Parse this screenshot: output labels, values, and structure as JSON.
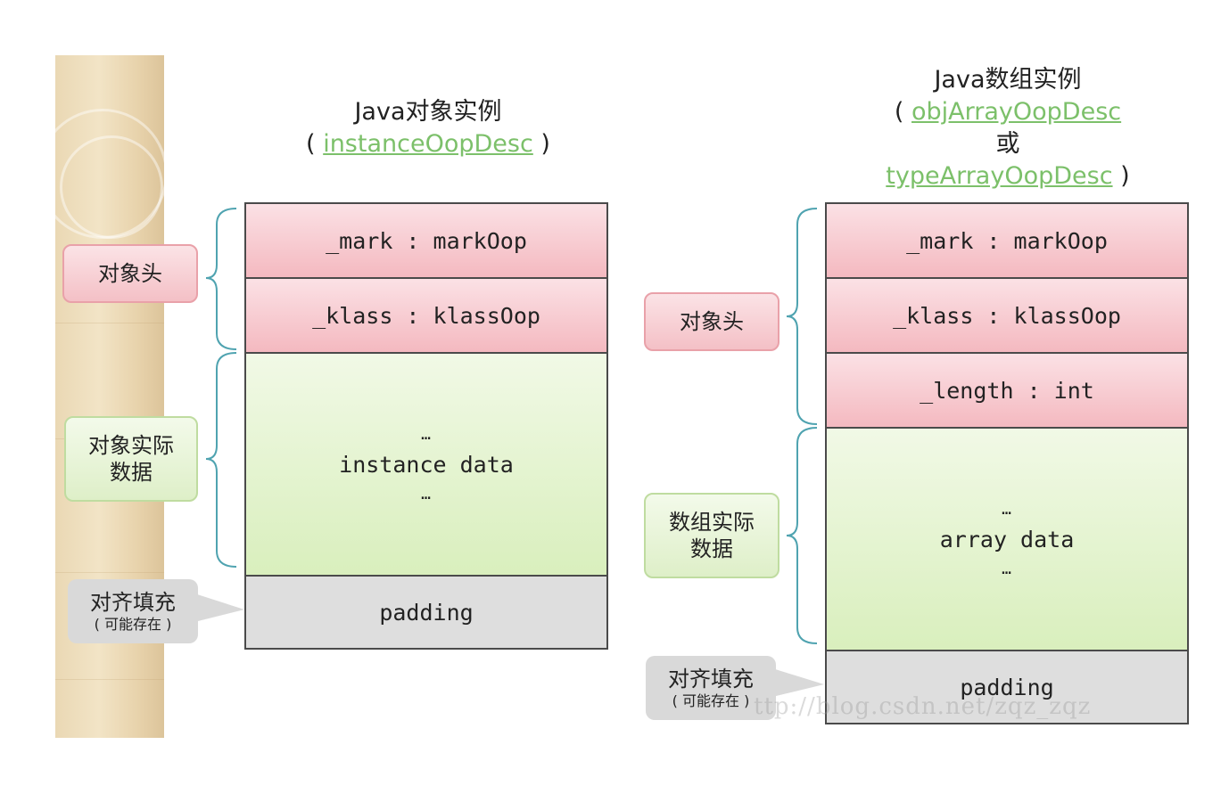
{
  "left": {
    "title": "Java对象实例",
    "paren_open": "(",
    "link": "instanceOopDesc",
    "paren_close": ")",
    "rows": {
      "mark": "_mark : markOop",
      "klass": "_klass : klassOop",
      "data_ellipsis_top": "…",
      "data": "instance data",
      "data_ellipsis_bottom": "…",
      "padding": "padding"
    },
    "labels": {
      "header": "对象头",
      "data_line1": "对象实际",
      "data_line2": "数据",
      "padding": "对齐填充",
      "padding_sub": "( 可能存在 )"
    }
  },
  "right": {
    "title": "Java数组实例",
    "paren_open": "(",
    "link1": "objArrayOopDesc",
    "or": "或",
    "link2": "typeArrayOopDesc",
    "paren_close": ")",
    "rows": {
      "mark": "_mark : markOop",
      "klass": "_klass : klassOop",
      "length": "_length : int",
      "data_ellipsis_top": "…",
      "data": "array data",
      "data_ellipsis_bottom": "…",
      "padding": "padding"
    },
    "labels": {
      "header": "对象头",
      "data_line1": "数组实际",
      "data_line2": "数据",
      "padding": "对齐填充",
      "padding_sub": "( 可能存在 )"
    }
  },
  "watermark": "ttp://blog.csdn.net/zqz_zqz",
  "colors": {
    "header_fill": "#f4b9c0",
    "data_fill": "#d9efbd",
    "padding_fill": "#dedede",
    "brace": "#4fa3b0",
    "link": "#7cc06a"
  }
}
